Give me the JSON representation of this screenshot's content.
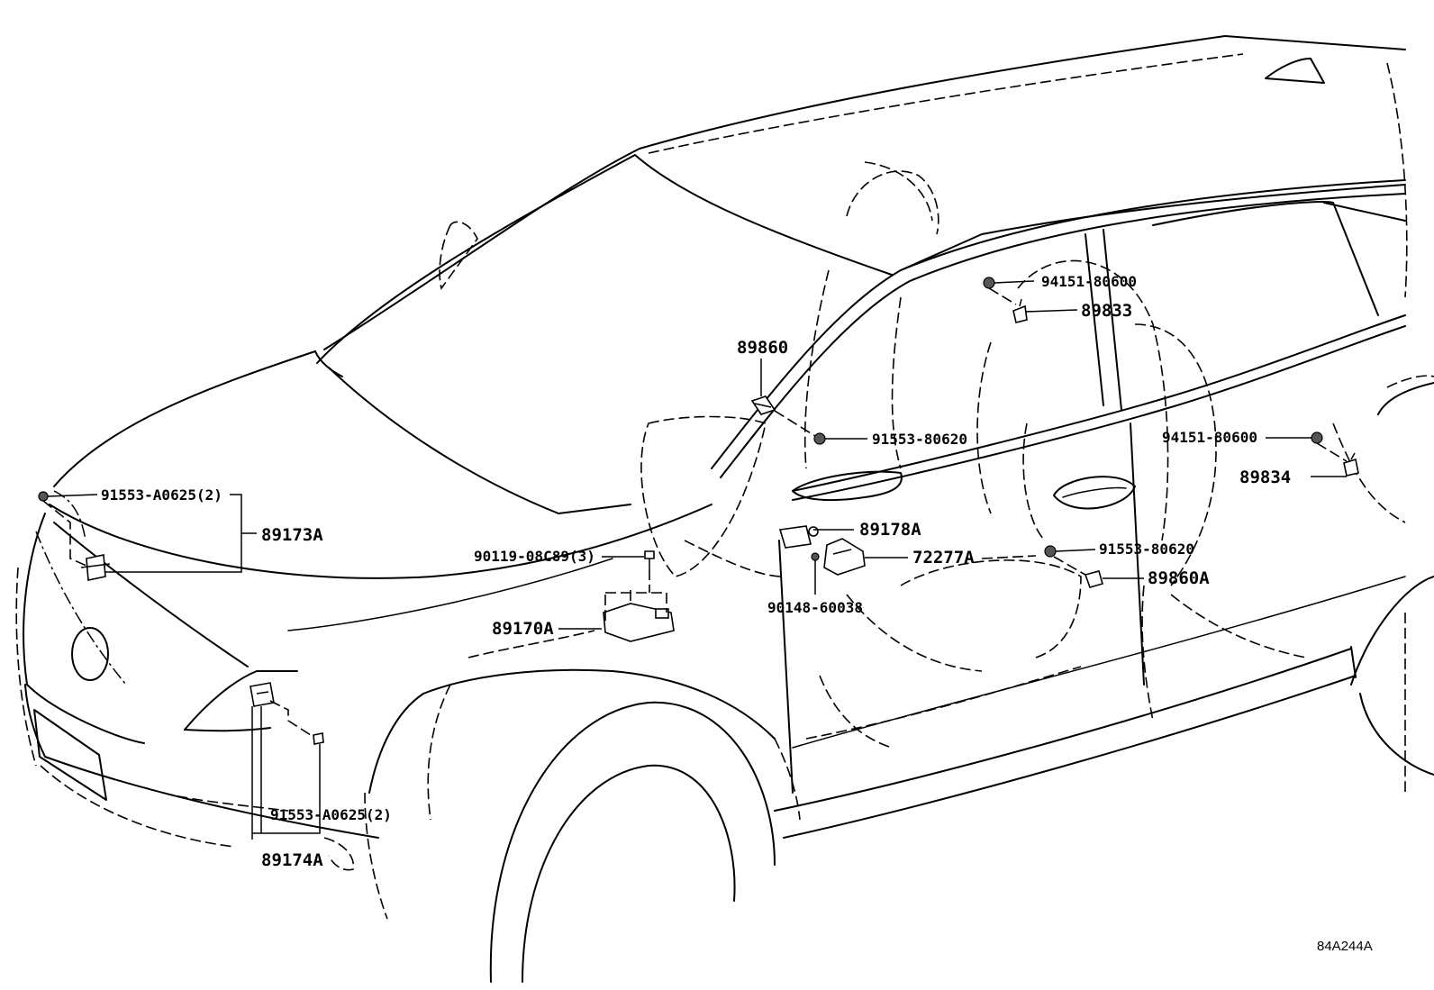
{
  "labels": {
    "l94151_top": "94151-80600",
    "l89833": "89833",
    "l89860": "89860",
    "l91553_80620_top": "91553-80620",
    "l94151_right": "94151-80600",
    "l89834": "89834",
    "l91553_a0625_top": "91553-A0625(2)",
    "l89173a": "89173A",
    "l89178a": "89178A",
    "l90119": "90119-08C89(3)",
    "l72277a": "72277A",
    "l91553_80620_bot": "91553-80620",
    "l89860a": "89860A",
    "l90148": "90148-60038",
    "l89170a": "89170A",
    "l91553_a0625_bot": "91553-A0625(2)",
    "l89174a": "89174A"
  },
  "figure_code": "84A244A"
}
